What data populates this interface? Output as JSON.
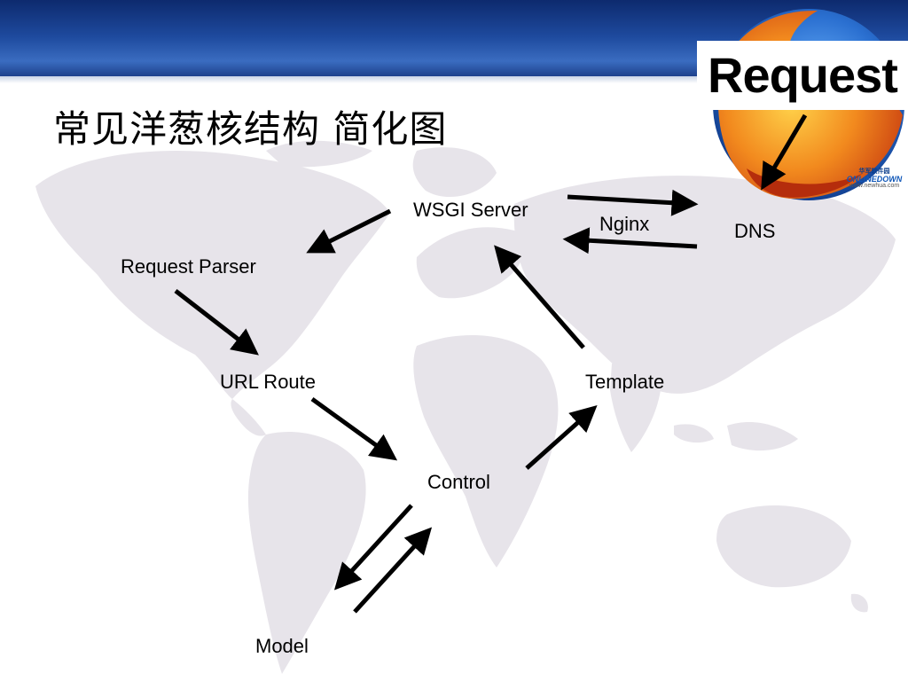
{
  "slide": {
    "title": "常见洋葱核结构 简化图"
  },
  "logo": {
    "badge_text": "Request",
    "brand_cn": "华军软件园",
    "brand_name": "ONLINEDOWN",
    "brand_url": "www.newhua.com"
  },
  "diagram": {
    "nodes": {
      "wsgi_server": "WSGI Server",
      "nginx": "Nginx",
      "dns": "DNS",
      "request_parser": "Request Parser",
      "url_route": "URL Route",
      "template": "Template",
      "control": "Control",
      "model": "Model"
    },
    "edges": [
      {
        "from": "Request",
        "to": "DNS"
      },
      {
        "from": "WSGI Server",
        "to": "DNS"
      },
      {
        "from": "DNS",
        "to": "WSGI Server"
      },
      {
        "from": "WSGI Server",
        "to": "Request Parser"
      },
      {
        "from": "Request Parser",
        "to": "URL Route"
      },
      {
        "from": "URL Route",
        "to": "Control"
      },
      {
        "from": "Control",
        "to": "Template"
      },
      {
        "from": "Template",
        "to": "WSGI Server"
      },
      {
        "from": "Control",
        "to": "Model"
      },
      {
        "from": "Model",
        "to": "Control"
      }
    ]
  },
  "colors": {
    "header_blue": "#1e4a9e",
    "map_gray": "#e6e3e8",
    "arrow": "#000000",
    "firefox_orange": "#e8601c"
  }
}
